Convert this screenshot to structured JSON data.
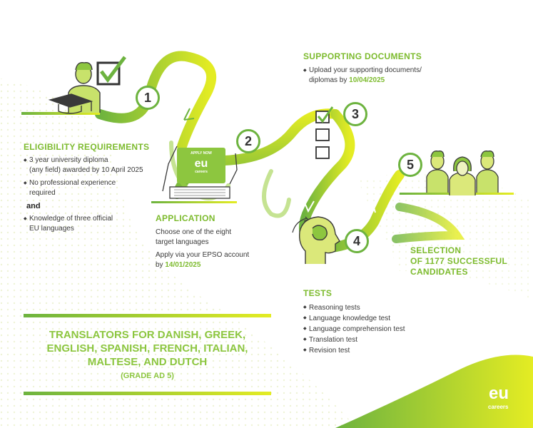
{
  "steps": {
    "s1": {
      "number": "1",
      "title": "ELIGIBILITY REQUIREMENTS",
      "bullets": [
        "3 year university diploma",
        "(any field) awarded by 10 April 2025",
        "No professional experience",
        "required"
      ],
      "conjunction": "and",
      "bullet_extra": [
        "Knowledge of three official",
        "EU languages"
      ]
    },
    "s2": {
      "number": "2",
      "title": "APPLICATION",
      "lines": [
        "Choose one of the eight",
        "target languages",
        "Apply via your EPSO account",
        "by"
      ],
      "date": "14/01/2025",
      "screen_text": "APPLY NOW",
      "screen_logo": "eu",
      "screen_logo_sub": "careers"
    },
    "s3": {
      "number": "3",
      "title": "SUPPORTING DOCUMENTS",
      "lines": [
        "Upload your supporting documents/",
        "diplomas by"
      ],
      "date": "10/04/2025"
    },
    "s4": {
      "number": "4",
      "title": "TESTS",
      "bullets": [
        "Reasoning tests",
        "Language knowledge test",
        "Language comprehension test",
        "Translation test",
        "Revision test"
      ]
    },
    "s5": {
      "number": "5",
      "title_lines": [
        "SELECTION",
        "OF 1177 SUCCESSFUL",
        "CANDIDATES"
      ]
    }
  },
  "banner": {
    "lines": [
      "TRANSLATORS FOR DANISH, GREEK,",
      "ENGLISH, SPANISH, FRENCH, ITALIAN,",
      "MALTESE, AND DUTCH"
    ],
    "grade": "(GRADE AD 5)"
  },
  "logo": {
    "main": "eu",
    "sub": "careers"
  },
  "colors": {
    "green": "#7dbb2e",
    "lime": "#d7e51a",
    "dark": "#3a3a3a"
  }
}
